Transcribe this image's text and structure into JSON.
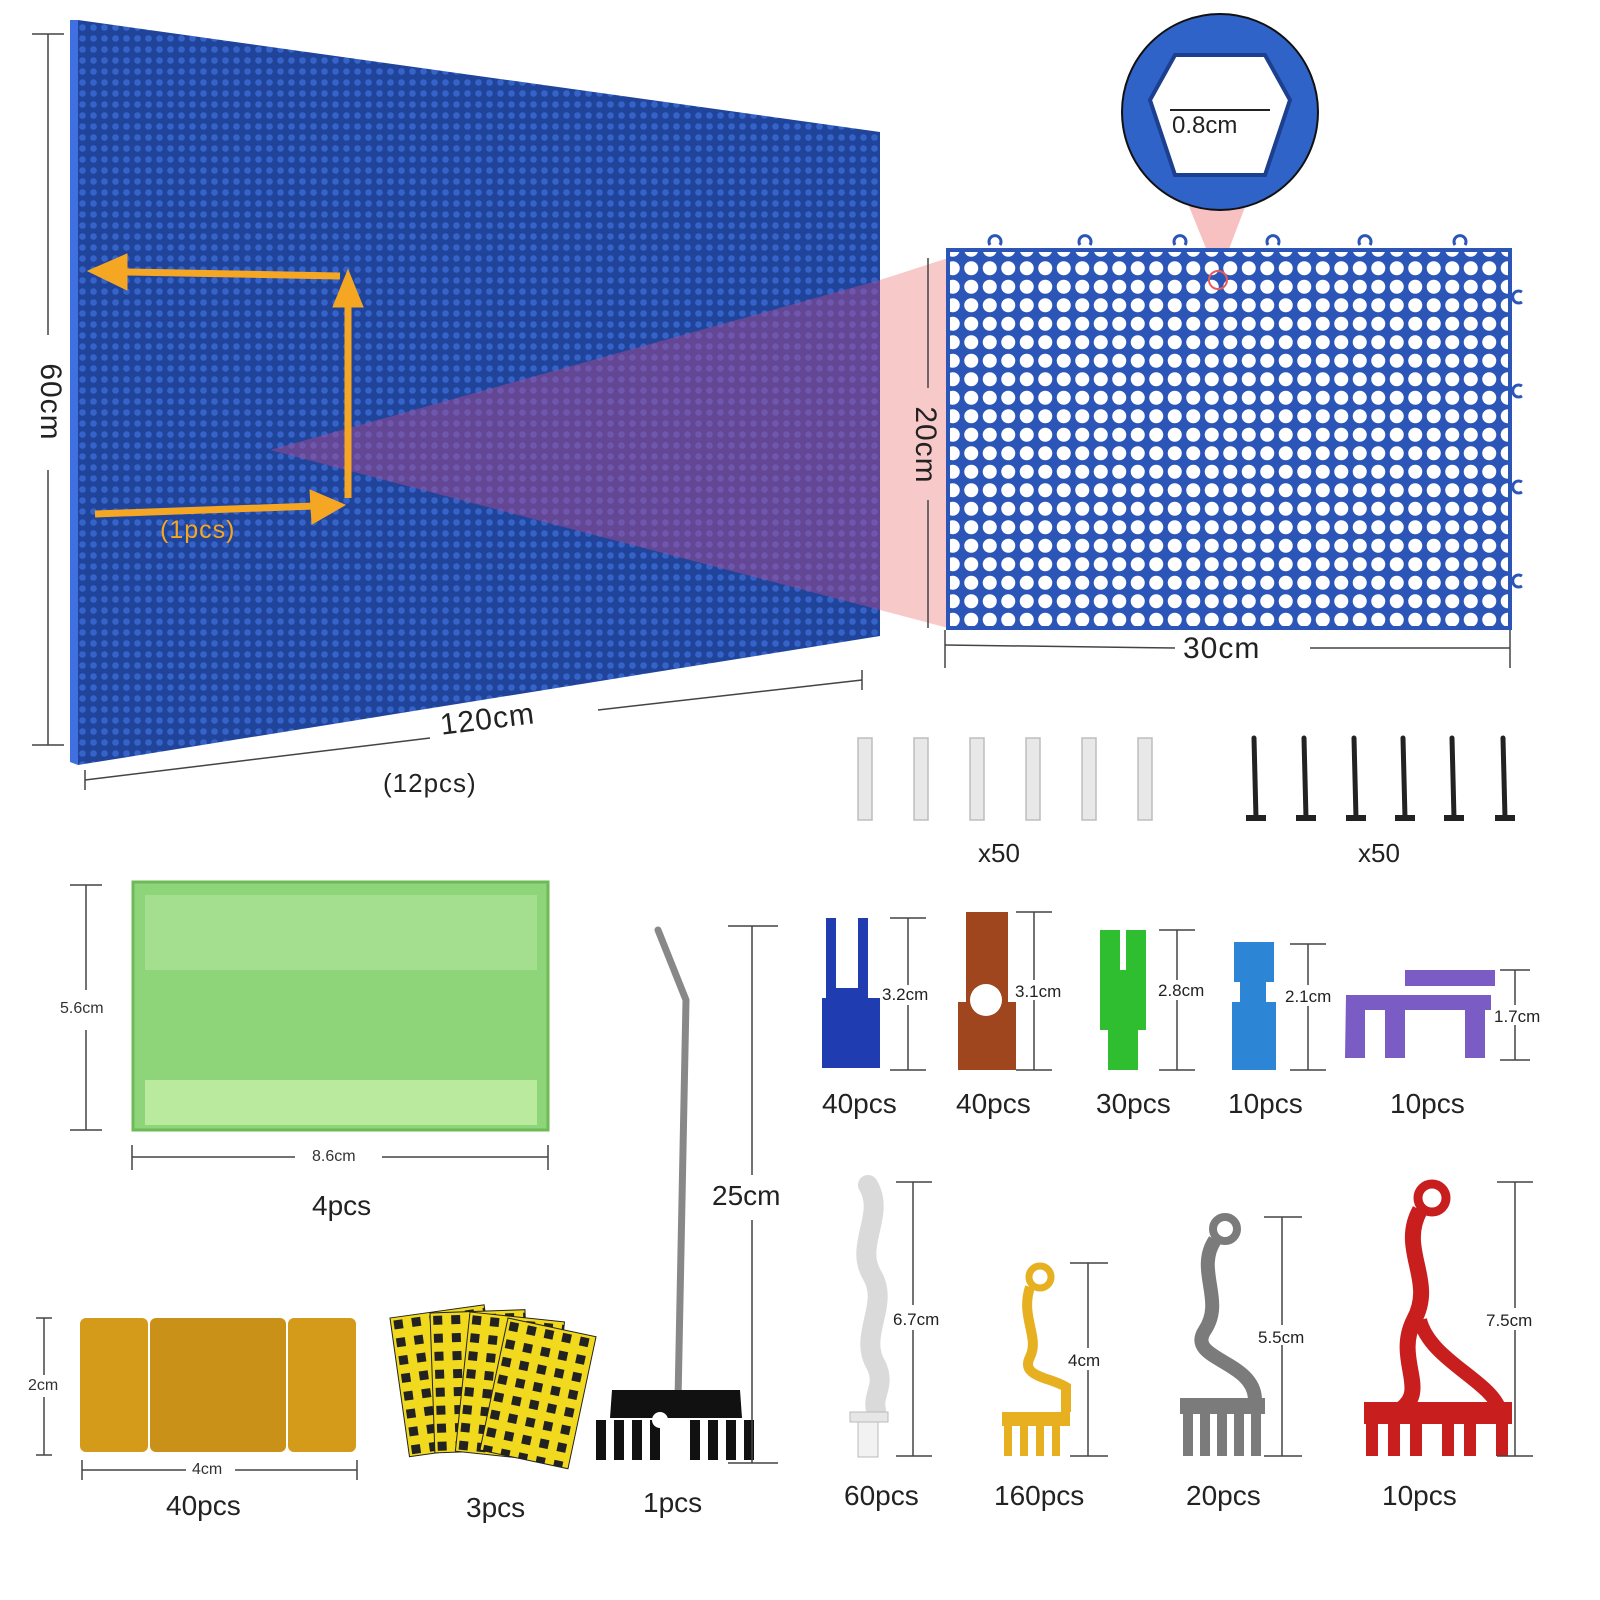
{
  "colors": {
    "board_blue": "#234fa8",
    "arrow_orange": "#f5a623",
    "green_box": "#8ed57a",
    "yellow_label": "#d49b1a",
    "hook_blue": "#1f3db0",
    "hook_brown": "#a0461f",
    "hook_green": "#2fbe2f",
    "hook_sky": "#2d85d6",
    "hook_purple": "#7a5cc4",
    "hook_white": "#e6e6e6",
    "hook_yellow": "#e6b021",
    "hook_gray": "#7b7b7b",
    "hook_red": "#c81e1e"
  },
  "board": {
    "height_label": "60cm",
    "width_label": "120cm",
    "count_label": "(12pcs)",
    "tile_count_label": "(1pcs)"
  },
  "tile": {
    "height_label": "20cm",
    "width_label": "30cm",
    "hole_label": "0.8cm"
  },
  "fasteners": {
    "anchors_count": "x50",
    "screws_count": "x50"
  },
  "bin": {
    "height_label": "5.6cm",
    "width_label": "8.6cm",
    "count_label": "4pcs"
  },
  "rod": {
    "length_label": "25cm",
    "count_label": "1pcs"
  },
  "labels": {
    "height_label": "2cm",
    "width_label": "4cm",
    "count_label": "40pcs"
  },
  "stickers": {
    "count_label": "3pcs"
  },
  "clips": [
    {
      "name": "blue-clip",
      "size": "3.2cm",
      "count": "40pcs"
    },
    {
      "name": "brown-clip",
      "size": "3.1cm",
      "count": "40pcs"
    },
    {
      "name": "green-clip",
      "size": "2.8cm",
      "count": "30pcs"
    },
    {
      "name": "sky-clip",
      "size": "2.1cm",
      "count": "10pcs"
    },
    {
      "name": "purple-clip",
      "size": "1.7cm",
      "count": "10pcs"
    }
  ],
  "hooks": [
    {
      "name": "white-hook",
      "size": "6.7cm",
      "count": "60pcs"
    },
    {
      "name": "yellow-hook",
      "size": "4cm",
      "count": "160pcs"
    },
    {
      "name": "gray-hook",
      "size": "5.5cm",
      "count": "20pcs"
    },
    {
      "name": "red-hook",
      "size": "7.5cm",
      "count": "10pcs"
    }
  ]
}
